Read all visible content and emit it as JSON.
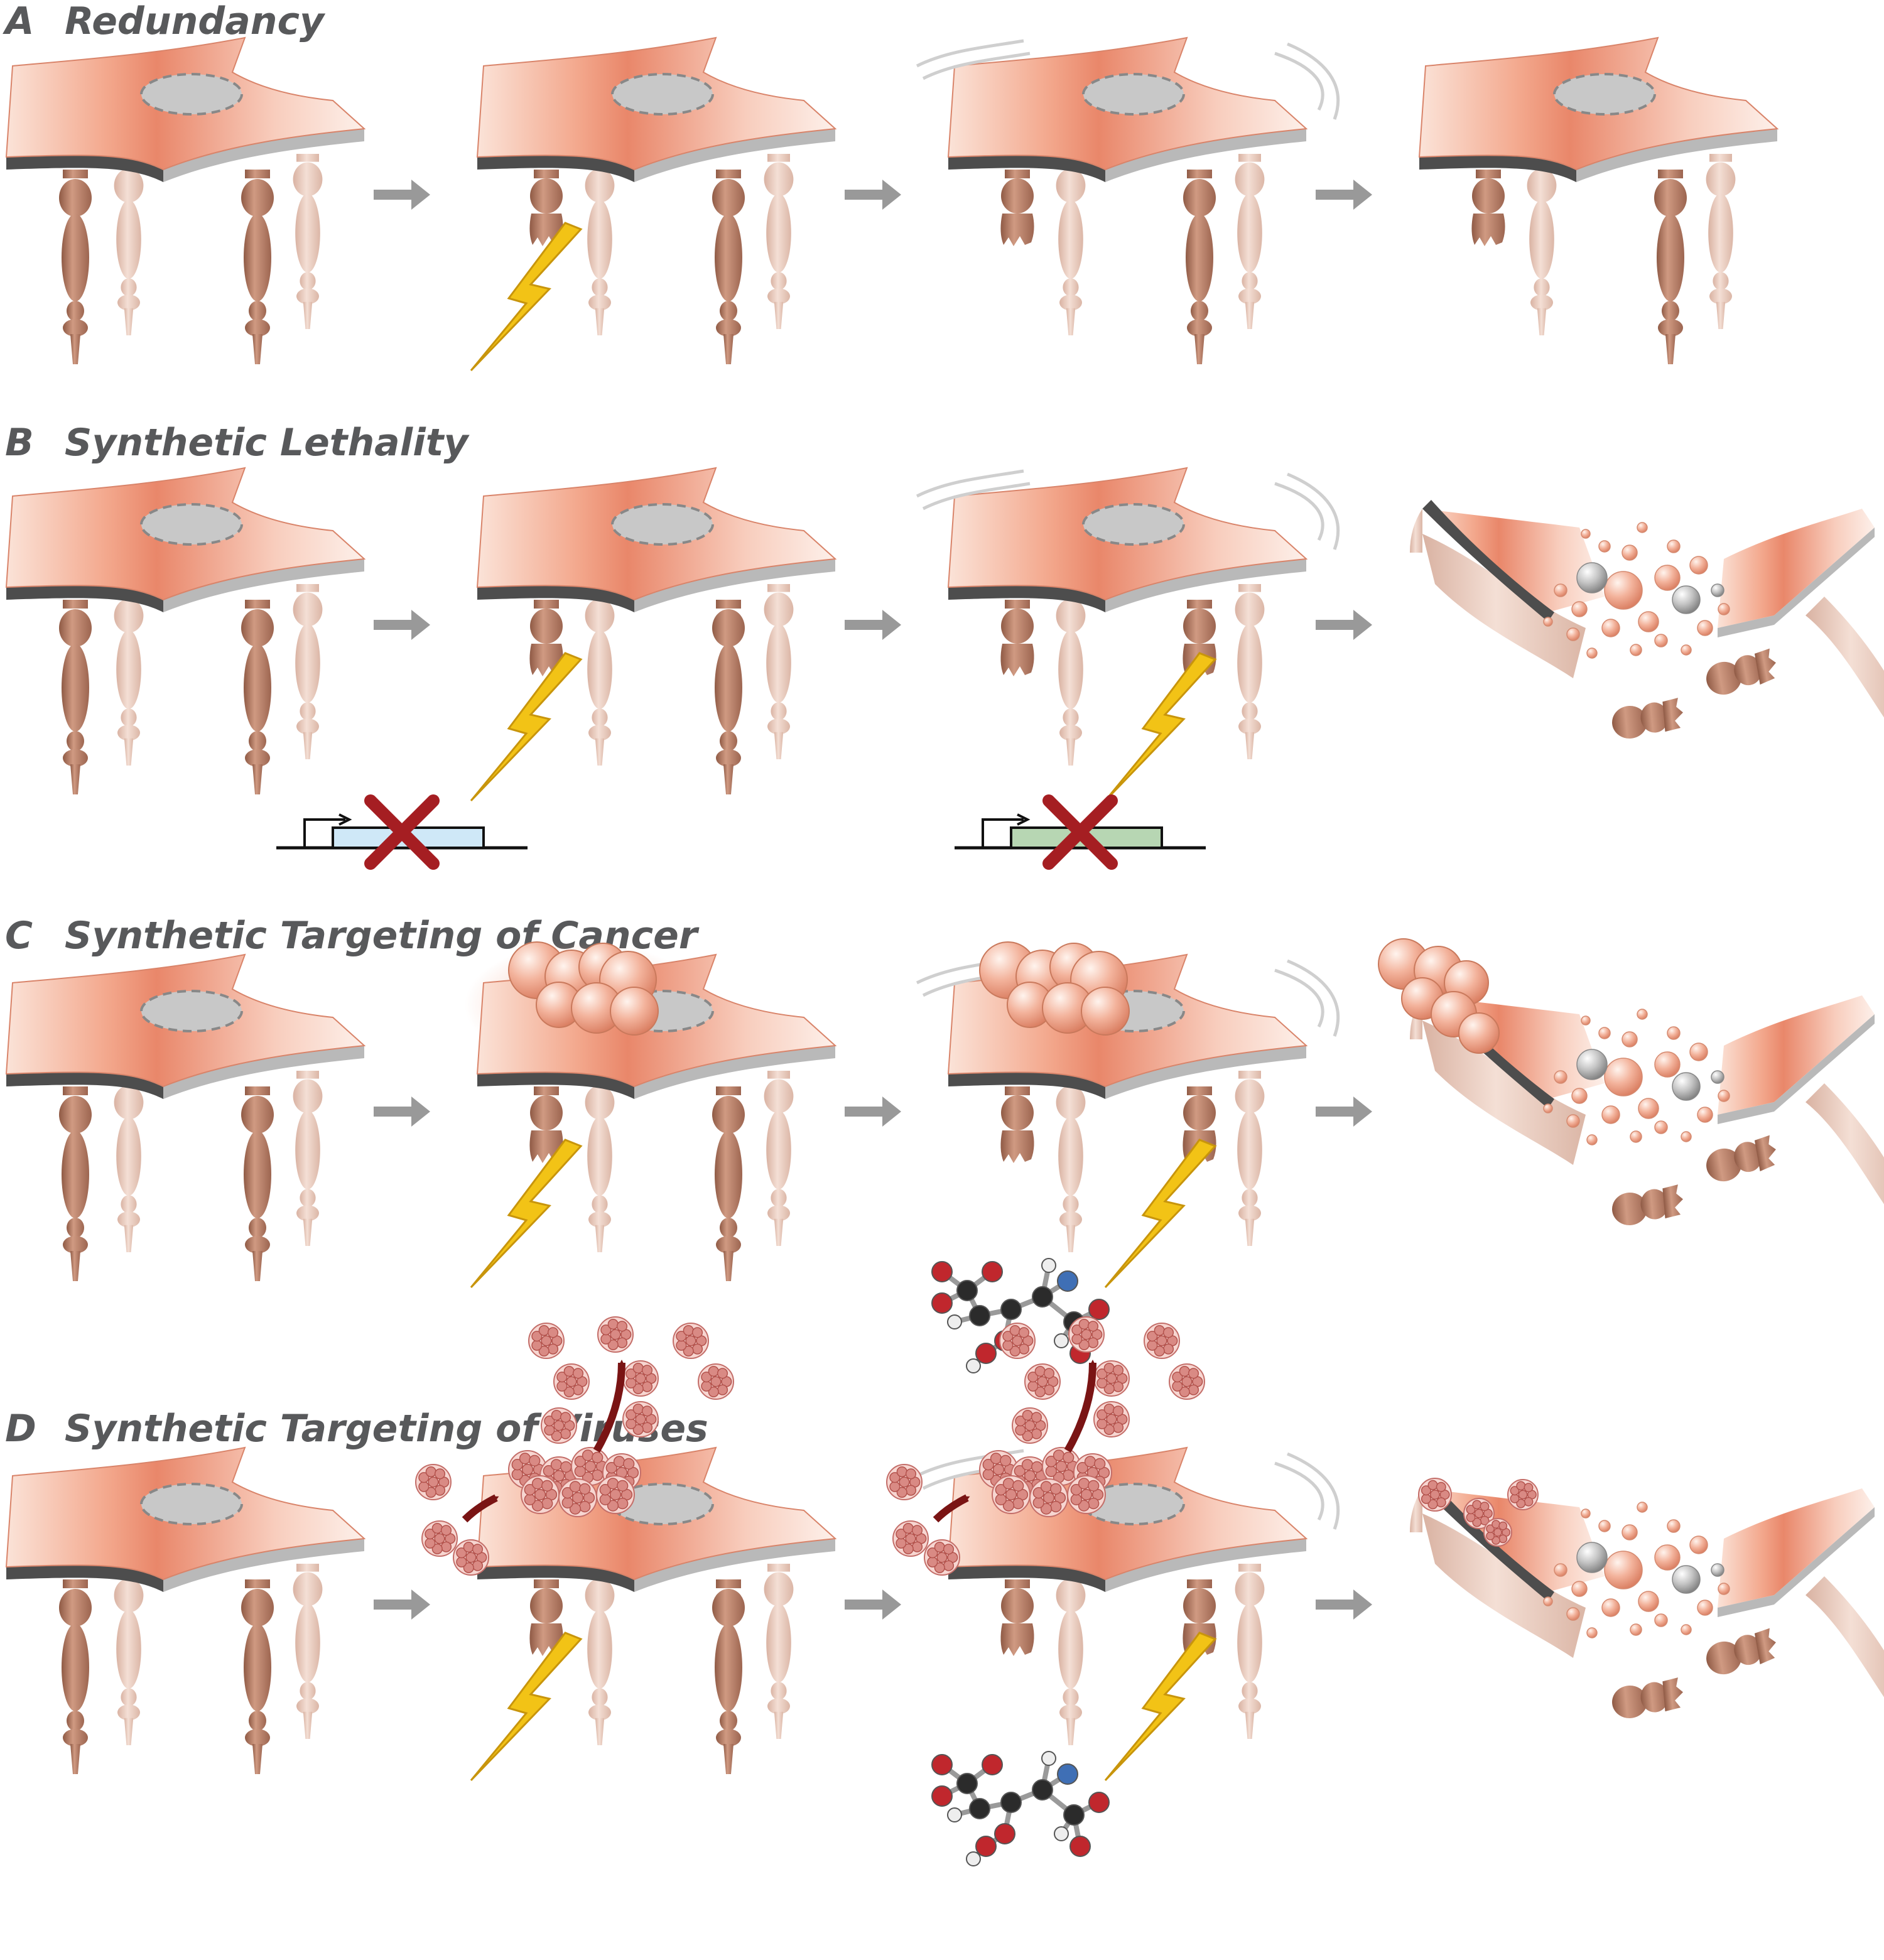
{
  "rows": [
    {
      "letter": "A",
      "title": "Redundancy",
      "stages": [
        {
          "broken": 0,
          "wobble": false,
          "collapsed": false
        },
        {
          "broken": 1,
          "wobble": false,
          "collapsed": false,
          "bolt": true
        },
        {
          "broken": 1,
          "wobble": true,
          "collapsed": false
        },
        {
          "broken": 1,
          "wobble": false,
          "collapsed": false
        }
      ]
    },
    {
      "letter": "B",
      "title": "Synthetic Lethality",
      "stages": [
        {
          "broken": 0,
          "collapsed": false
        },
        {
          "broken": 1,
          "collapsed": false,
          "bolt": true,
          "gene": "blue"
        },
        {
          "broken": 2,
          "wobble": true,
          "collapsed": false,
          "bolt": true,
          "gene": "green"
        },
        {
          "collapsed": true
        }
      ]
    },
    {
      "letter": "C",
      "title": "Synthetic Targeting of Cancer",
      "stages": [
        {
          "broken": 0,
          "collapsed": false
        },
        {
          "broken": 1,
          "collapsed": false,
          "bolt": true,
          "tumor": true,
          "glow": true
        },
        {
          "broken": 2,
          "wobble": true,
          "collapsed": false,
          "bolt": true,
          "tumor": true,
          "molecule": true
        },
        {
          "collapsed": true,
          "tumor": true
        }
      ]
    },
    {
      "letter": "D",
      "title": "Synthetic Targeting of Viruses",
      "stages": [
        {
          "broken": 0,
          "collapsed": false
        },
        {
          "broken": 1,
          "collapsed": false,
          "bolt": true,
          "virus": true
        },
        {
          "broken": 2,
          "wobble": true,
          "collapsed": false,
          "bolt": true,
          "virus": true,
          "molecule": true
        },
        {
          "collapsed": true,
          "virusSmall": true
        }
      ]
    }
  ],
  "colors": {
    "tabletop": "#e9876a",
    "tabletop_light": "#fde9df",
    "nucleus": "#c8c8c8",
    "edge_dark": "#555555",
    "edge_light": "#b8b8b8",
    "leg_dark": "#b87c64",
    "leg_light": "#e6c3b4",
    "arrow": "#999999",
    "bolt": "#f2c316",
    "gene_blue": "#cfe8f7",
    "gene_green": "#b7d6b3",
    "cross": "#a51e22",
    "virus": "#d98a84",
    "virus_arrow": "#7a1414",
    "tumor": "#f3b8a2"
  }
}
